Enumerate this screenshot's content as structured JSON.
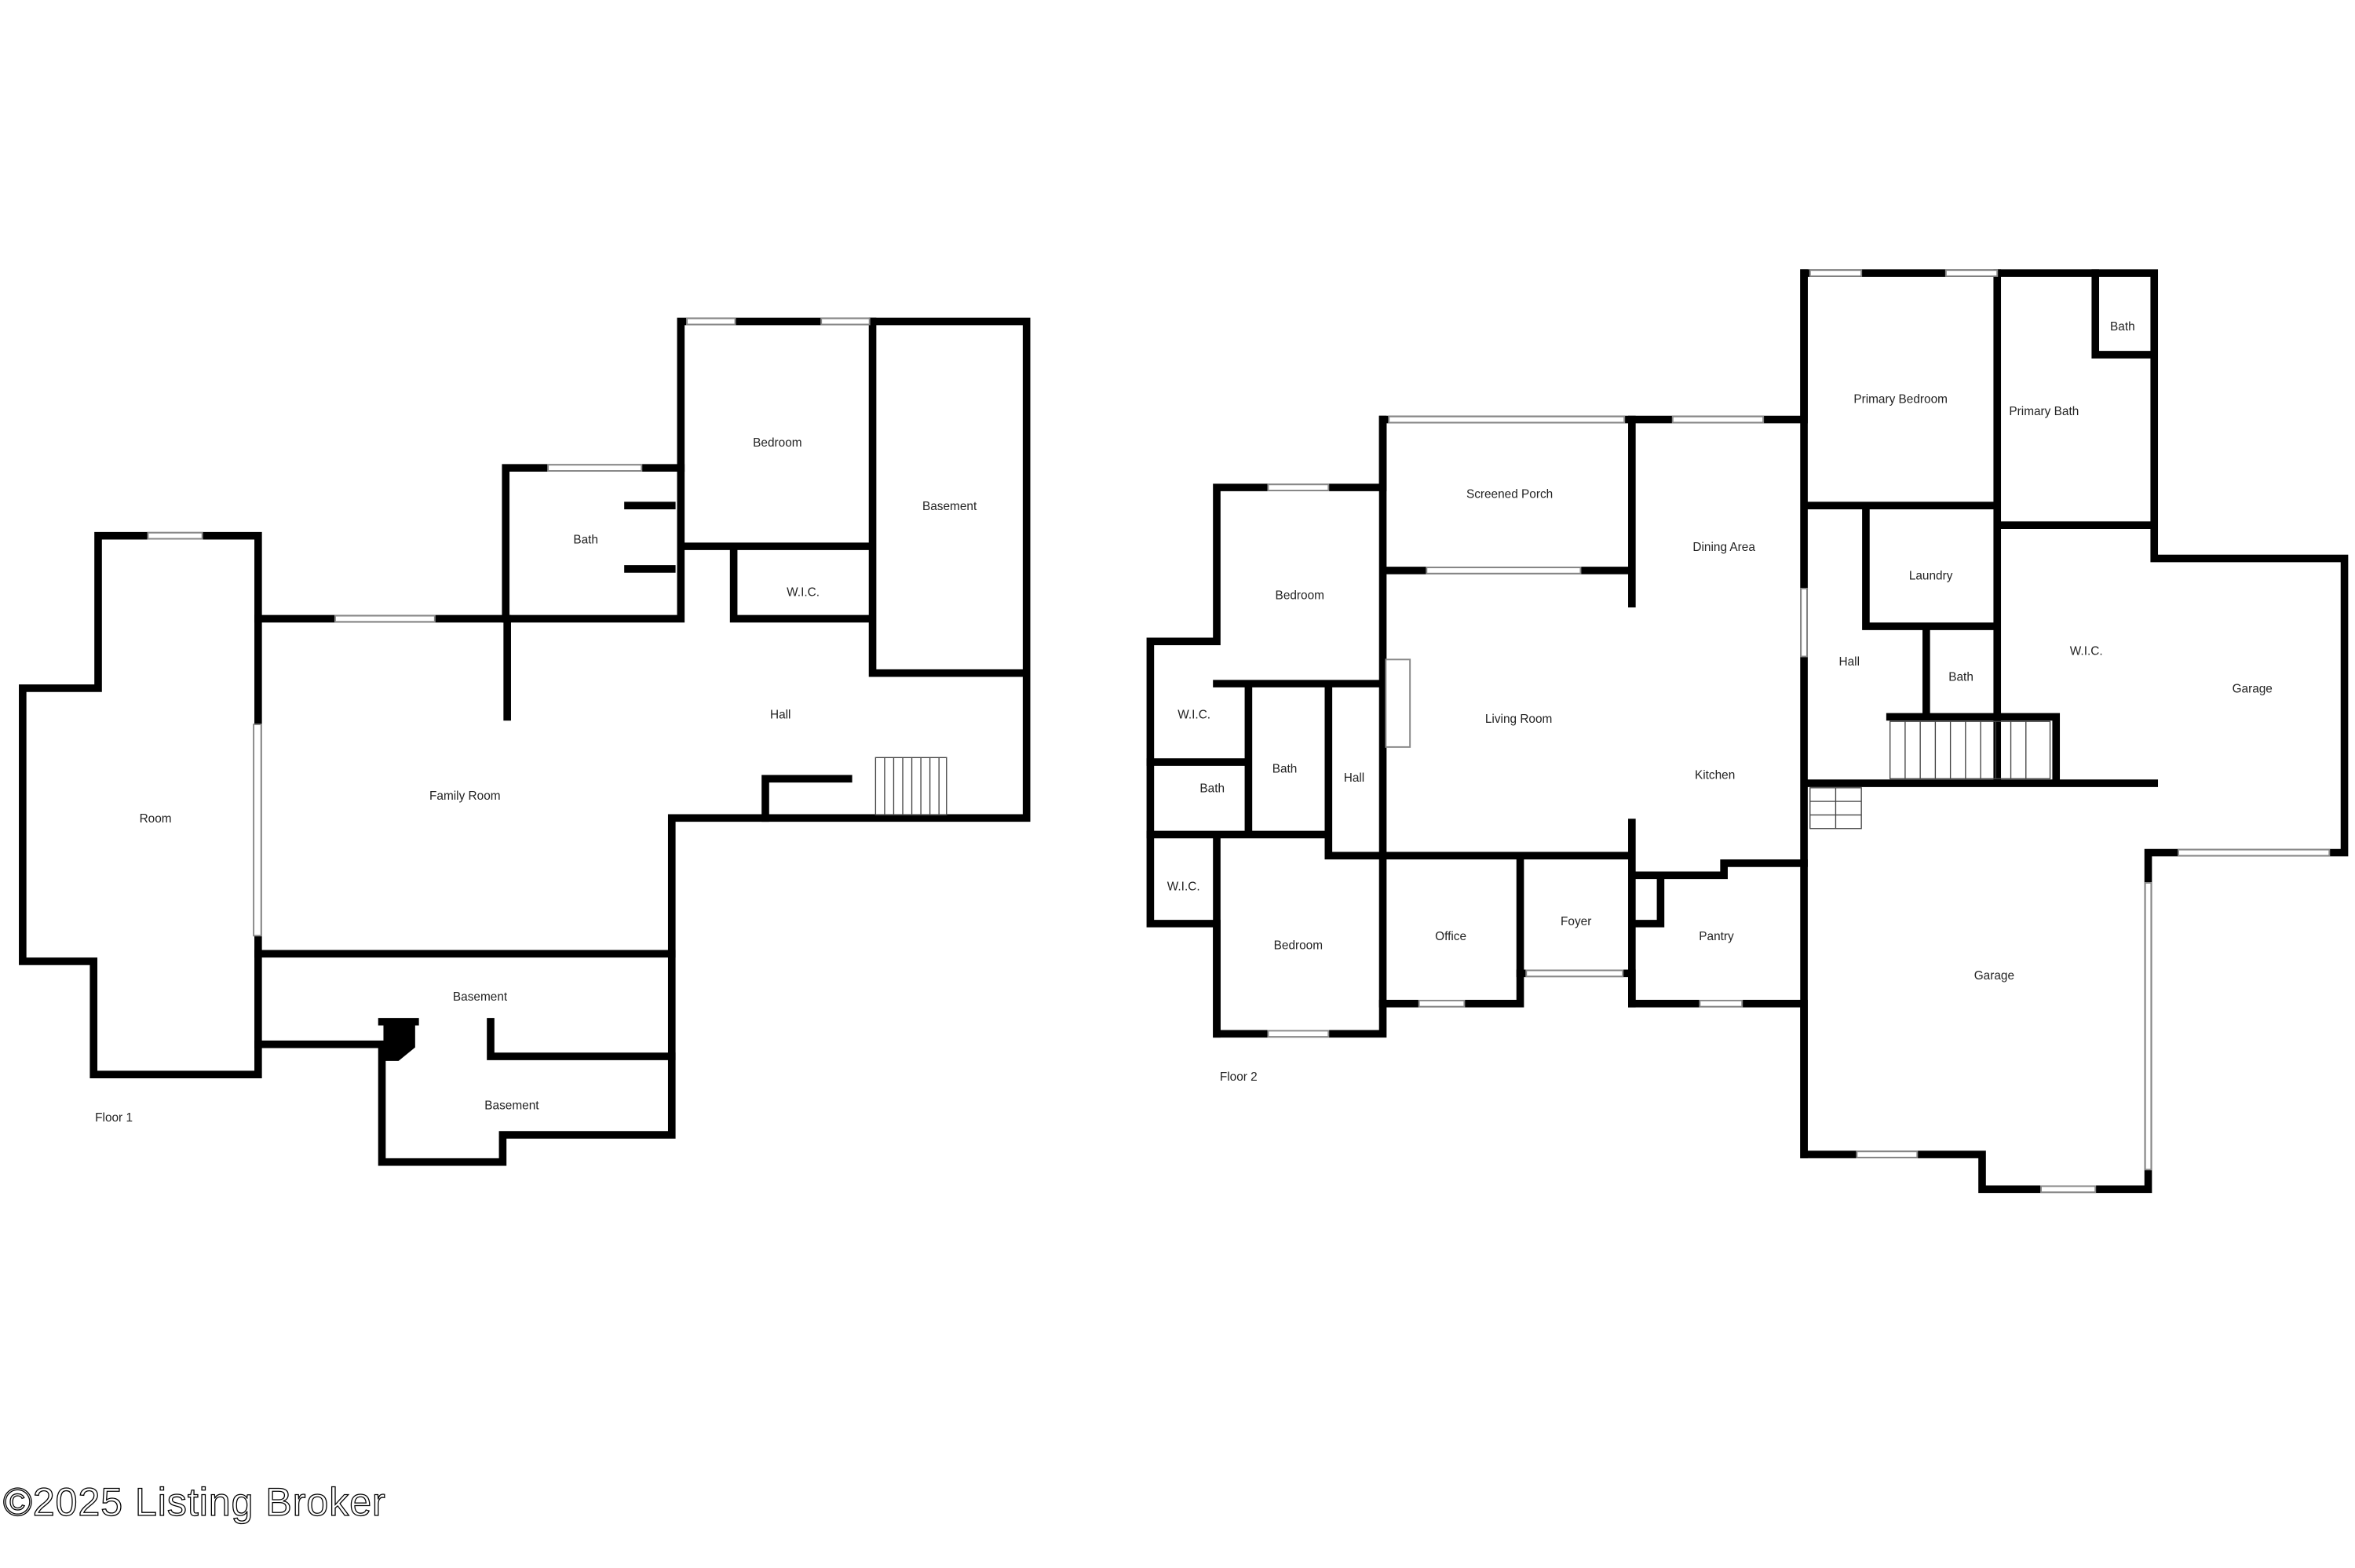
{
  "floors": [
    {
      "label": "Floor 1",
      "rooms": [
        "Room",
        "Family Room",
        "Bath",
        "Bedroom",
        "W.I.C.",
        "Basement",
        "Hall",
        "Basement",
        "Basement"
      ]
    },
    {
      "label": "Floor 2",
      "rooms": [
        "Bedroom",
        "Screened Porch",
        "Dining Area",
        "Primary Bedroom",
        "Bath",
        "Primary Bath",
        "Laundry",
        "Hall",
        "Bath",
        "W.I.C.",
        "Garage",
        "Living Room",
        "Kitchen",
        "W.I.C.",
        "Bath",
        "Bath",
        "Hall",
        "W.I.C.",
        "Bedroom",
        "Office",
        "Foyer",
        "Pantry",
        "Garage"
      ]
    }
  ],
  "watermark": "©2025 Listing Broker"
}
